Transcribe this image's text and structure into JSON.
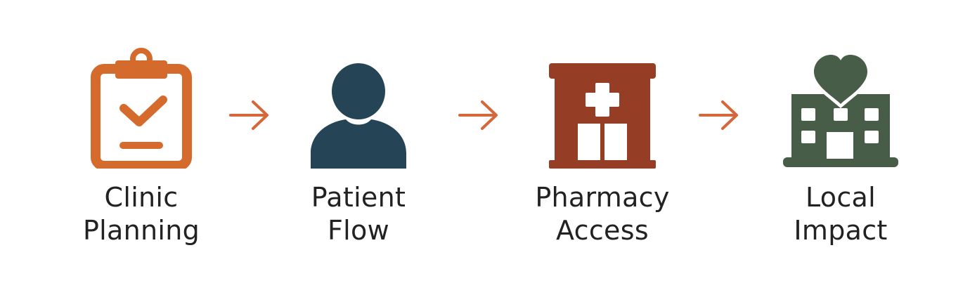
{
  "colors": {
    "orange": "#D46A2B",
    "navy": "#254556",
    "rust": "#963E25",
    "green": "#475D47",
    "arrow": "#D4683A",
    "text": "#222222"
  },
  "steps": [
    {
      "line1": "Clinic",
      "line2": "Planning",
      "icon": "clipboard-check-icon"
    },
    {
      "line1": "Patient",
      "line2": "Flow",
      "icon": "person-icon"
    },
    {
      "line1": "Pharmacy",
      "line2": "Access",
      "icon": "pharmacy-building-icon"
    },
    {
      "line1": "Local",
      "line2": "Impact",
      "icon": "community-heart-building-icon"
    }
  ],
  "arrows": [
    "arrow-right-icon",
    "arrow-right-icon",
    "arrow-right-icon"
  ]
}
